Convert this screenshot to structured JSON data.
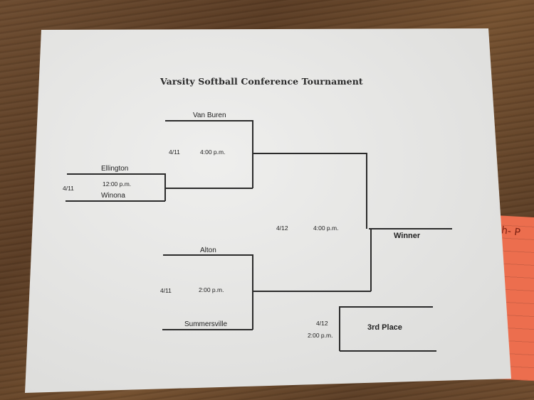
{
  "bracket": {
    "title": "Varsity Softball Conference Tournament",
    "game1": {
      "date": "4/11",
      "time": "12:00 p.m.",
      "team_a": "Ellington",
      "team_b": "Winona"
    },
    "game2": {
      "date": "4/11",
      "time": "4:00 p.m.",
      "team_a": "Van Buren"
    },
    "game3": {
      "date": "4/11",
      "time": "2:00 p.m.",
      "team_a": "Alton",
      "team_b": "Summersville"
    },
    "final": {
      "date": "4/12",
      "time": "4:00 p.m.",
      "label": "Winner"
    },
    "consolation": {
      "date": "4/12",
      "time": "2:00 p.m.",
      "label": "3rd Place"
    }
  },
  "sticky_note": {
    "text": "h- P"
  }
}
